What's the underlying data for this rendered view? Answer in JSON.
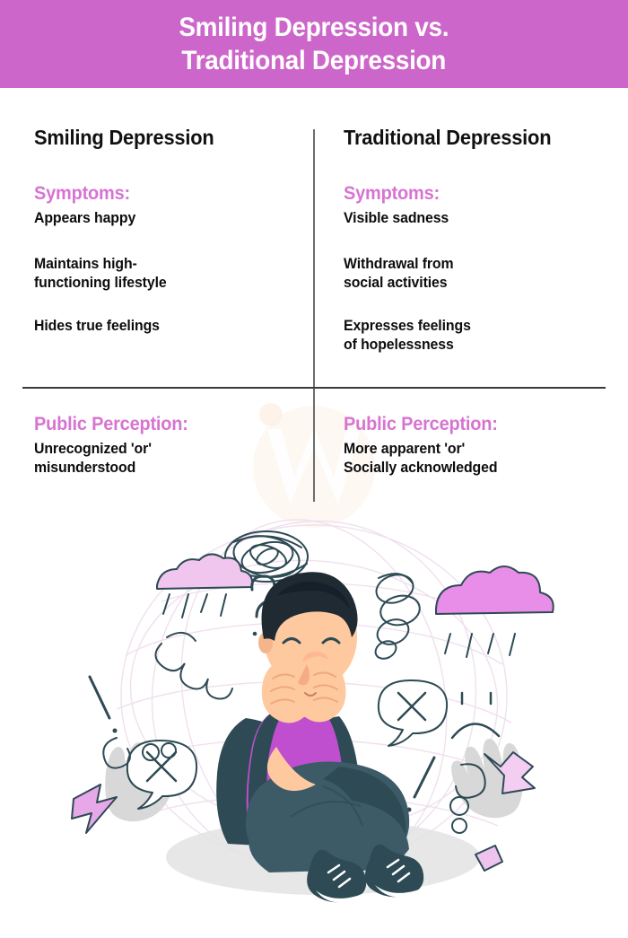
{
  "header": {
    "title": "Smiling Depression vs.\nTraditional Depression",
    "background_color": "#cd66ca",
    "text_color": "#ffffff"
  },
  "theme": {
    "accent_pink": "#d774d1",
    "banner_pink": "#cd66ca",
    "body_text": "#0d0d0d",
    "heading_text": "#111111",
    "divider_color": "#3a3a3a"
  },
  "columns": [
    {
      "heading": "Smiling Depression",
      "symptoms_label": "Symptoms:",
      "symptoms": [
        "Appears happy",
        "Maintains high-\nfunctioning lifestyle",
        "Hides true feelings"
      ],
      "perception_label": "Public Perception:",
      "perception": [
        "Unrecognized 'or'\nmisunderstood"
      ]
    },
    {
      "heading": "Traditional Depression",
      "symptoms_label": "Symptoms:",
      "symptoms": [
        "Visible sadness",
        "Withdrawal from\nsocial activities",
        "Expresses feelings\nof hopelessness"
      ],
      "perception_label": "Public Perception:",
      "perception": [
        "More apparent 'or'\nSocially acknowledged"
      ]
    }
  ],
  "illustration": {
    "alt": "Seated person covering face with hands, surrounded by rain clouds, question mark, scribbles, sad face and lightning doodles",
    "figure_shirt_color": "#c04fd0",
    "figure_pants_color": "#2e4a54",
    "figure_hair_color": "#1f2a33",
    "figure_skin_color": "#ffc9a0",
    "doodle_color": "#2e4a54",
    "cloud_color": "#eab3e8"
  },
  "watermark": {
    "glyph": "W",
    "color": "#f6e3d2"
  }
}
